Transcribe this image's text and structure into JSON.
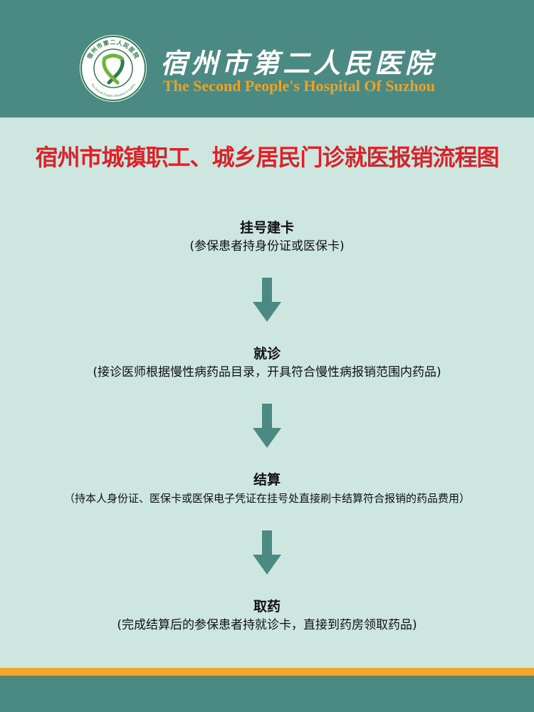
{
  "header": {
    "hospital_cn": "宿州市第二人民医院",
    "hospital_en": "The Second People's Hospital Of Suzhou",
    "logo_ring_cn": "宿州市第二人民医院",
    "logo_ring_en": "The Second People's Hospital of Suzhou"
  },
  "title": "宿州市城镇职工、城乡居民门诊就医报销流程图",
  "steps": [
    {
      "title": "挂号建卡",
      "desc": "(参保患者持身份证或医保卡)"
    },
    {
      "title": "就诊",
      "desc": "(接诊医师根据慢性病药品目录，开具符合慢性病报销范围内药品)"
    },
    {
      "title": "结算",
      "desc": "（持本人身份证、医保卡或医保电子凭证在挂号处直接刷卡结算符合报销的药品费用）"
    },
    {
      "title": "取药",
      "desc": "(完成结算后的参保患者持就诊卡，直接到药房领取药品)"
    }
  ],
  "colors": {
    "header_bg": "#4b8a82",
    "page_bg": "#cde6df",
    "title_red": "#d8232a",
    "accent_orange": "#f0a72b",
    "arrow": "#4b8a82"
  }
}
